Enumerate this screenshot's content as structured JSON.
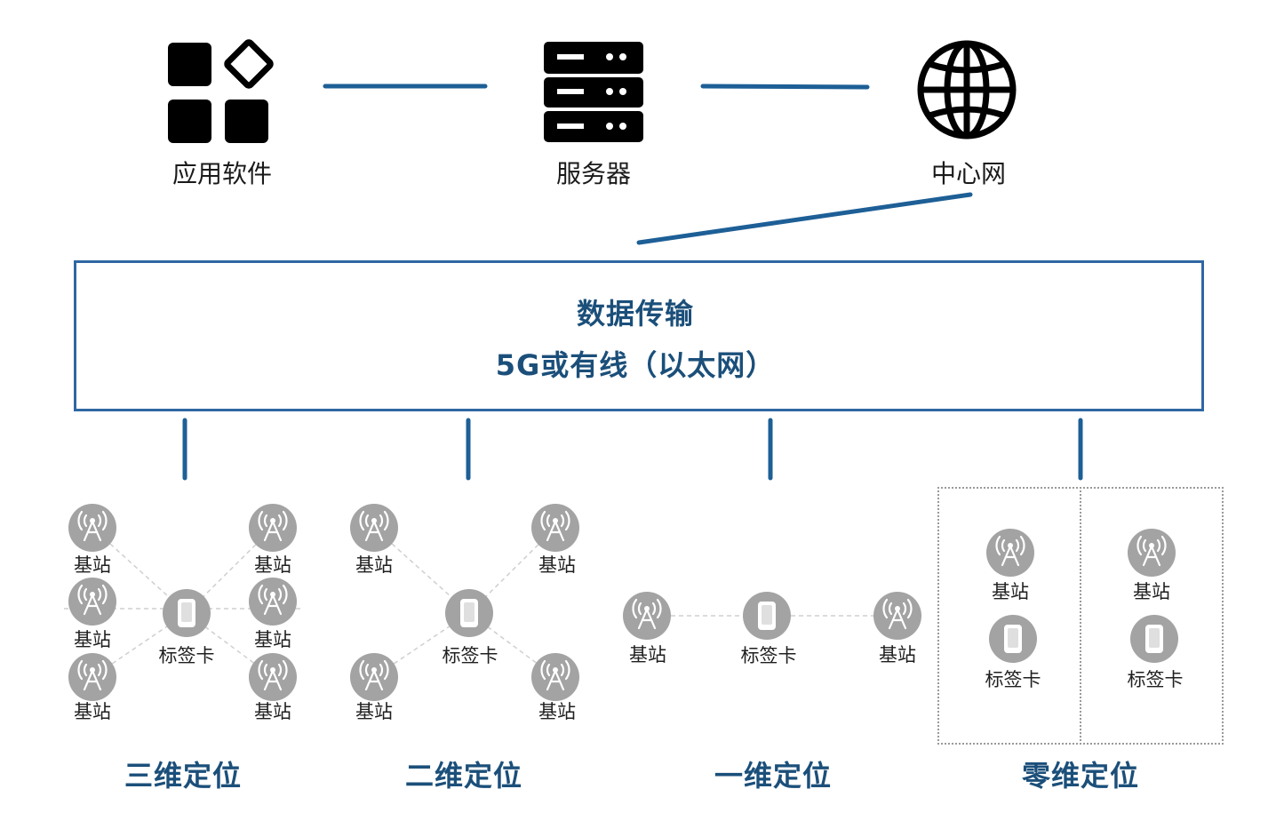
{
  "top": {
    "app_label": "应用软件",
    "server_label": "服务器",
    "core_label": "中心网"
  },
  "transfer": {
    "title": "数据传输",
    "subtitle": "5G或有线（以太网）"
  },
  "labels": {
    "base_station": "基站",
    "tag_card": "标签卡"
  },
  "groups": {
    "three_d": "三维定位",
    "two_d": "二维定位",
    "one_d": "一维定位",
    "zero_d": "零维定位"
  },
  "colors": {
    "accent": "#1b4f7a",
    "connector": "#1d5f96",
    "node_gray": "#a3a3a3"
  }
}
